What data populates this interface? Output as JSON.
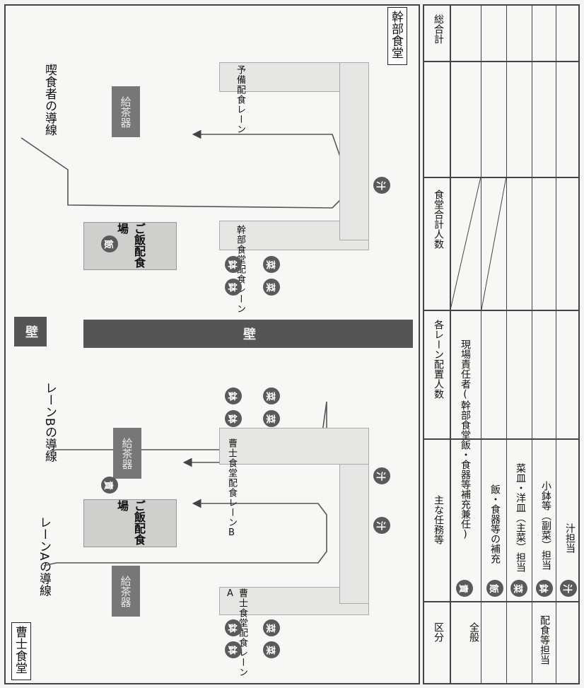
{
  "left_title": "曹士食堂",
  "right_title": "幹部食堂",
  "flows": {
    "lane_a": "レーンAの導線",
    "lane_b": "レーンBの導線",
    "officer": "喫食者の導線"
  },
  "stations": {
    "rice_left": "ご飯配食場",
    "rice_right": "ご飯配食場",
    "teaware": "給茶器",
    "wall": "壁"
  },
  "lanes": {
    "a": "曹士食堂配食レーンA",
    "b": "曹士食堂配食レーンB",
    "officer": "幹部食堂配食レーン",
    "spare": "予備配食レーン"
  },
  "badges": {
    "responsible": "責",
    "rice": "飯",
    "dish": "菜",
    "bowl": "鉢",
    "soup": "汁"
  },
  "table": {
    "headers": {
      "category": "区分",
      "duties": "主な任務等",
      "per_lane": "各レーン配置人数",
      "total_hall": "食堂合計人数",
      "grand_total": "総合計"
    },
    "groups": {
      "general": "全般",
      "serving": "配食等担当"
    },
    "rows": [
      {
        "badge": "責",
        "text": "現場責任者(幹部食堂飯・食器等補充兼任)"
      },
      {
        "badge": "飯",
        "text": "飯・食器等の補充"
      },
      {
        "badge": "菜",
        "text": "菜皿・洋皿（主菜）担当"
      },
      {
        "badge": "鉢",
        "text": "小鉢等（副菜）担当"
      },
      {
        "badge": "汁",
        "text": "汁担当"
      }
    ]
  }
}
